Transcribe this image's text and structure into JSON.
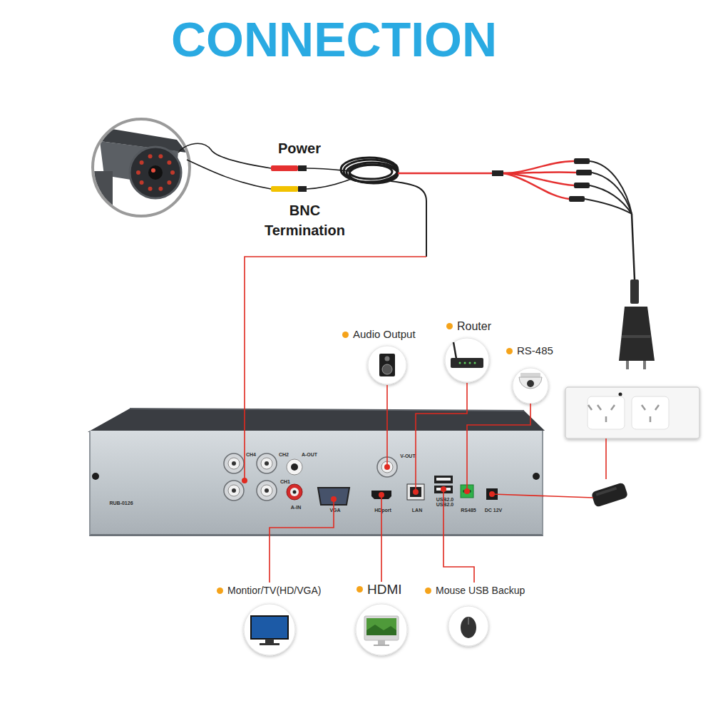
{
  "diagram": {
    "title": "CONNECTION",
    "nodes": [
      {
        "text": [
          "Audio Output"
        ]
      },
      {
        "text": [
          "Router"
        ]
      },
      {
        "text": [
          "RS-485"
        ]
      },
      {
        "text": [
          "CH4",
          "CH2",
          "A-OUT",
          "CH1",
          "A-IN",
          "VGA",
          "HDport",
          "V-OUT",
          "LAN",
          "USB2.0",
          "USB2.0",
          "RS485",
          "DC 12V",
          "RUB-0126"
        ]
      },
      {
        "text": [
          "Montior/TV(HD/VGA)"
        ]
      },
      {
        "text": [
          "HDMI"
        ]
      },
      {
        "text": [
          "Mouse USB Backup"
        ]
      }
    ],
    "edges": [
      {
        "from": 0,
        "to": 3,
        "arrow": "none"
      },
      {
        "from": 1,
        "to": 3,
        "arrow": "none"
      },
      {
        "from": 2,
        "to": 3,
        "arrow": "none"
      },
      {
        "from": 4,
        "to": 3,
        "arrow": "none"
      },
      {
        "from": 5,
        "to": 3,
        "arrow": "none"
      },
      {
        "from": 6,
        "to": 3,
        "arrow": "none"
      }
    ],
    "labels": [
      "Power",
      "BNC Termination"
    ]
  }
}
